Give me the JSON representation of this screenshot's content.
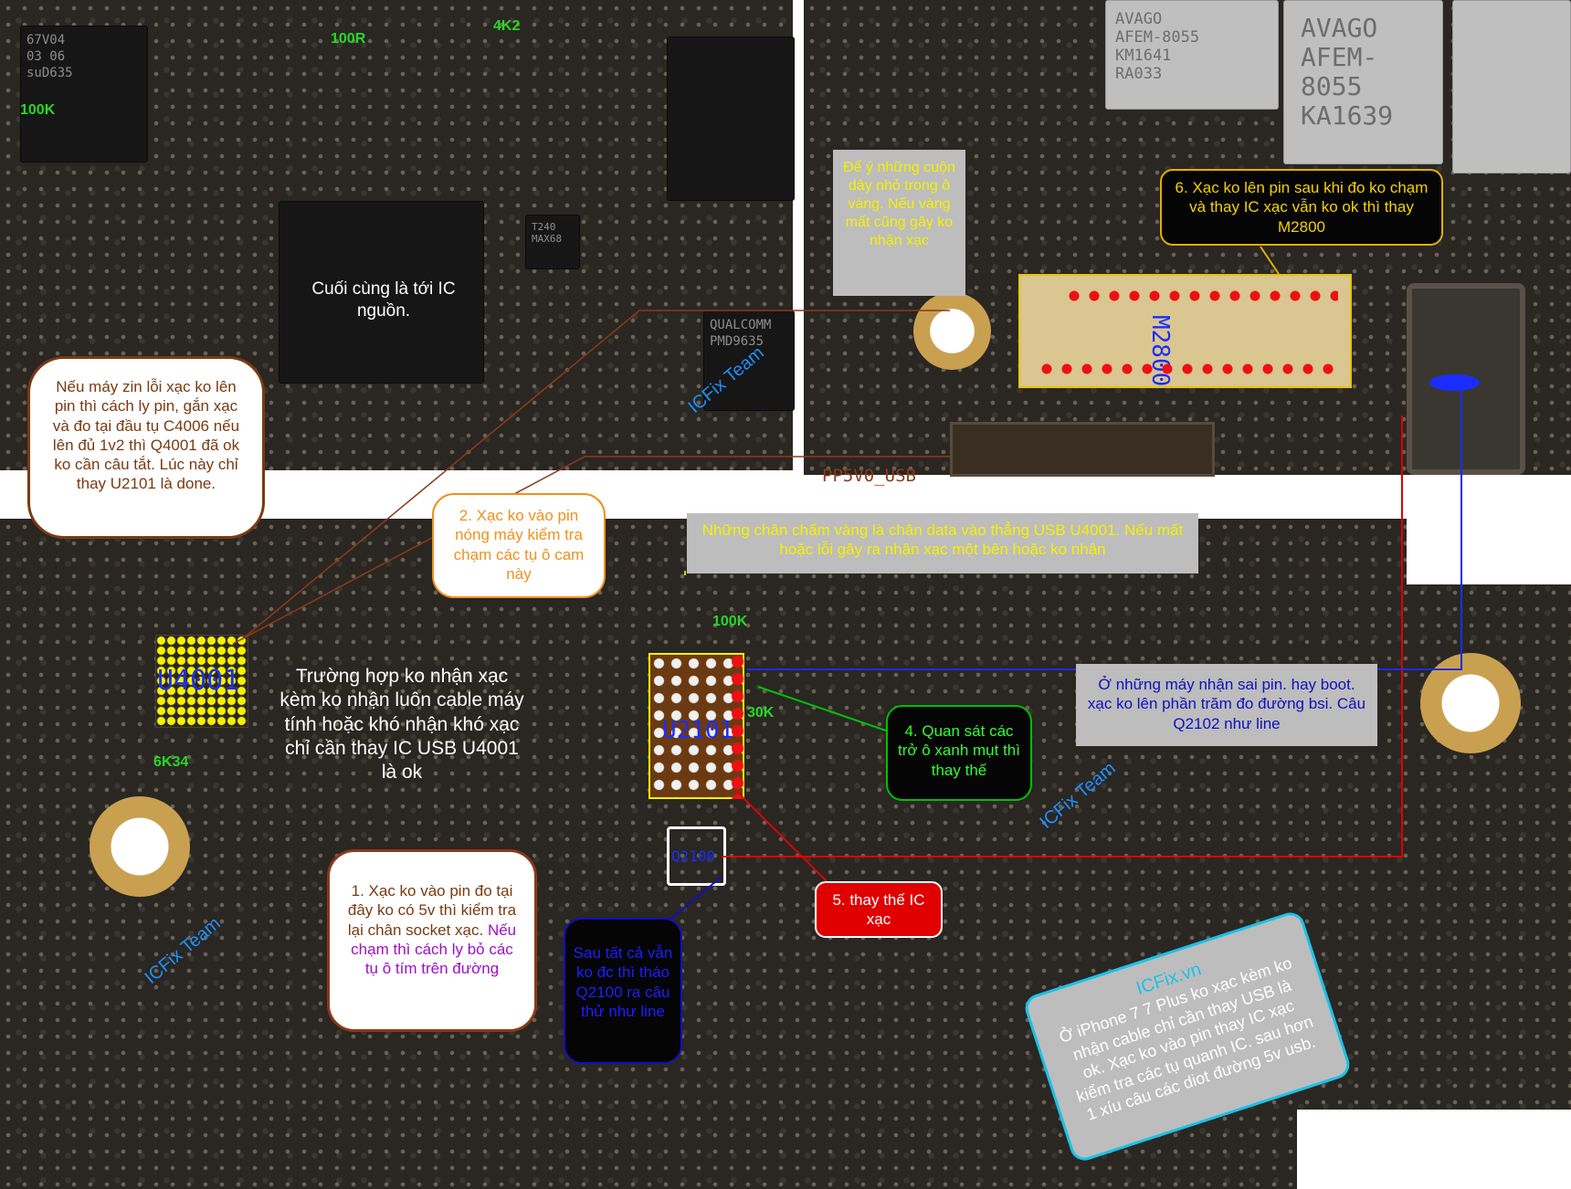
{
  "ic_labels": {
    "u4001": "U4001",
    "u2101": "U2101",
    "m2800": "M2800",
    "q2100": "Q2100",
    "pp5v0_usb": "PP5V0_USB"
  },
  "chip_markings": {
    "pmic": [
      "67V04",
      "03 06",
      "suD635"
    ],
    "avago_1": [
      "AVAGO",
      "AFEM-8055",
      "KM1641",
      "RA033"
    ],
    "avago_2": [
      "AVAGO",
      "AFEM-8055",
      "KA1639"
    ],
    "qualcomm": [
      "QUALCOMM",
      "PMD9635"
    ],
    "small_ic": [
      "T240",
      "MAX68"
    ]
  },
  "component_labels": {
    "r100r": "100R",
    "r4k2": "4K2",
    "r100k_top": "100K",
    "r100k_mid": "100K",
    "r30k": "30K",
    "r6k34": "6K34"
  },
  "watermarks": [
    "ICFix Team",
    "ICFix Team",
    "ICFix Team"
  ],
  "notes": {
    "power_ic": "Cuối cùng là tới IC nguồn.",
    "coil_note": "Để ý những cuộn dây nhỏ trong ô vàng. Nếu vàng mất cũng gây ko nhận xạc",
    "step6": "6. Xạc ko lên pin sau khi đo ko chạm và thay IC xạc vẫn ko ok thì thay M2800",
    "zin_machine": "Nếu máy zin lỗi xạc ko lên pin thì cách ly pin, gắn xạc và đo tại đầu tụ C4006 nếu lên đủ 1v2 thì Q4001 đã ok ko cần câu tắt. Lúc này chỉ thay U2101 là done.",
    "step2": "2. Xạc ko vào pin nóng máy kiểm tra chạm các tụ ô cam này",
    "data_pins": "Những chân chấm vàng là chân data vào thẳng USB U4001. Nếu mất hoặc lỗi gây ra nhận xạc một bên hoặc ko nhận",
    "usb_case": "Trường hợp ko nhận xạc kèm ko nhận luôn cable máy tính hoặc khó nhận khó xạc chỉ cần thay IC USB U4001 là ok",
    "battery_boot": "Ở những máy nhận sai pin. hay boot. xạc ko lên phần trăm đo đường bsi. Câu Q2102 như line",
    "step4": "4. Quan sát các trở ô xanh mụt thì thay thế",
    "step5": "5. thay thế IC xạc",
    "step1_part1": "1. Xạc ko vào pin đo tại đây ko có 5v thì kiểm tra lại chân socket xạc.",
    "step1_part2": "Nếu chạm thì cách ly bỏ các tụ ô tím trên đường",
    "q2100_note": "Sau tất cả vẫn ko đc thì tháo Q2100 ra câu thử như line",
    "site": "ICFix.vn",
    "iphone7_note": "Ở iPhone 7 7 Plus ko xạc kèm ko nhận cable chỉ cần thay USB là ok. Xạc ko vào pin thay IC xạc kiểm tra các tụ quanh IC. sau hơn 1 xíu câu các diot đường 5v usb."
  },
  "colors": {
    "callout_brown": "#7a3a10",
    "callout_orange": "#f0901e",
    "callout_gold": "#e0b000",
    "callout_green": "#00c000",
    "callout_red": "#e00000",
    "callout_blue": "#1010c0",
    "callout_cyan": "#19c2e8",
    "grey_box": "#bdbdbd"
  }
}
